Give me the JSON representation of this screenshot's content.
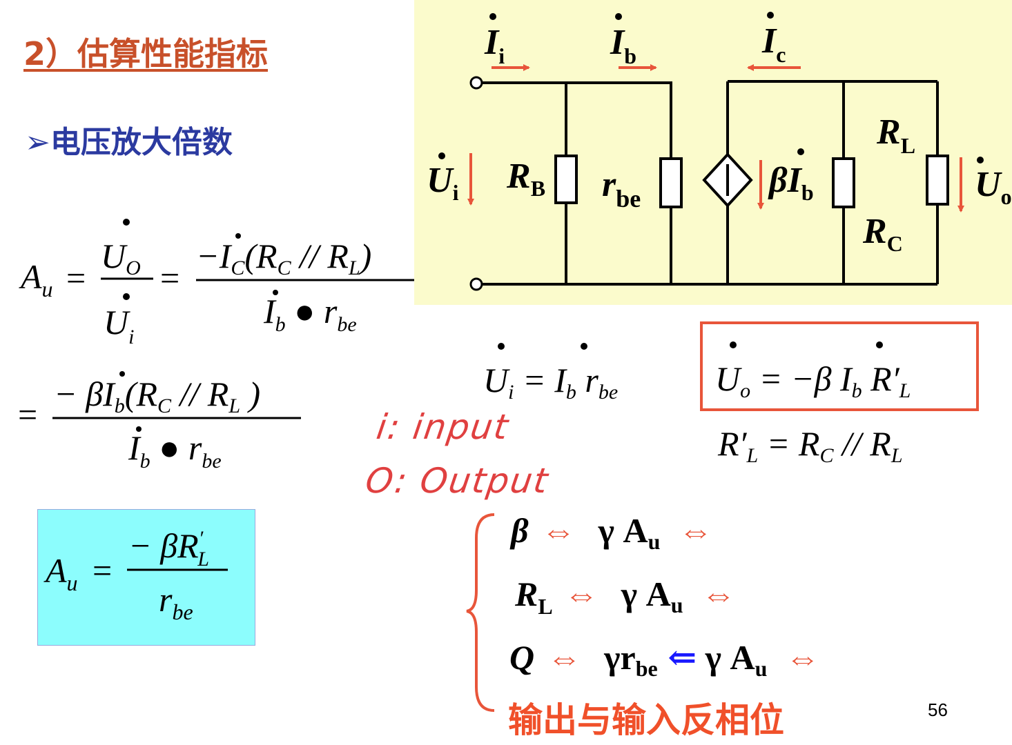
{
  "title": "2）估算性能指标",
  "subtitle": "电压放大倍数",
  "subtitle_bullet": "➢",
  "circuit": {
    "labels": {
      "Ii": "I",
      "Ii_sub": "i",
      "Ib": "I",
      "Ib_sub": "b",
      "Ic": "I",
      "Ic_sub": "c",
      "Ui": "U",
      "Ui_sub": "i",
      "RB": "R",
      "RB_sub": "B",
      "rbe": "r",
      "rbe_sub": "be",
      "beta_Ib": "βI",
      "beta_Ib_sub": "b",
      "RL": "R",
      "RL_sub": "L",
      "RC": "R",
      "RC_sub": "C",
      "Uo": "U",
      "Uo_sub": "o"
    }
  },
  "equations": {
    "Au": "A",
    "Au_sub": "u",
    "eq_sign": "=",
    "frac1_num": "U",
    "frac1_num_sub": "O",
    "frac1_den": "U",
    "frac1_den_sub": "i",
    "frac2_num": "−I",
    "frac2_num_sub": "C",
    "frac2_num_rest": "(R",
    "frac2_num_rest_sub1": "C",
    "frac2_num_par": " // R",
    "frac2_num_rest_sub2": "L",
    "frac2_num_close": ")",
    "frac2_den": "I",
    "frac2_den_sub": "b",
    "frac2_den_dot": " ● r",
    "frac2_den_sub2": "be",
    "line2_num": "− βI",
    "line2_num_sub": "b",
    "line2_num_rest": "(R",
    "line2_num_sub2": "C",
    "line2_num_par": " // R",
    "line2_num_sub3": "L",
    "line2_num_close": " )",
    "line2_den": "I",
    "line2_den_sub": "b",
    "line2_den_dot": " ● r",
    "line2_den_sub2": "be",
    "boxed_num": "− βR",
    "boxed_num_sup": "′",
    "boxed_num_sub": "L",
    "boxed_den": "r",
    "boxed_den_sub": "be",
    "ui_eq": "U",
    "ui_eq_sub": "i",
    "ui_eq_mid": " = I",
    "ui_eq_sub2": "b",
    "ui_eq_r": " r",
    "ui_eq_sub3": "be",
    "uo_eq": "U",
    "uo_eq_sub": "o",
    "uo_eq_mid": " = −β I",
    "uo_eq_sub2": "b",
    "uo_eq_r": " R′",
    "uo_eq_sub3": "L",
    "rl_eq": "R′",
    "rl_eq_sub": "L",
    "rl_eq_mid": " = R",
    "rl_eq_sub2": "C",
    "rl_eq_par": " // R",
    "rl_eq_sub3": "L"
  },
  "handwriting": {
    "line1": "i: input",
    "line2": "O: Output"
  },
  "relations": [
    {
      "sym": "β",
      "arrow": "⇔",
      "mid": "γ A",
      "sub": "u",
      "end": "⇔"
    },
    {
      "sym": "R",
      "sym_sub": "L",
      "arrow": "⇔",
      "mid": "γ A",
      "sub": "u",
      "end": "⇔"
    },
    {
      "sym": "Q",
      "arrow": "⇔",
      "mid": "γr",
      "mid_sub": "be",
      "blue_arrow": "⇐",
      "mid2": "γ A",
      "sub": "u",
      "end": "⇔"
    }
  ],
  "conclusion": "输出与输入反相位",
  "page_number": "56",
  "colors": {
    "title": "#c8502a",
    "subtitle": "#2b3aa0",
    "arrow_red": "#e8553a",
    "circuit_bg": "#fbfbcc",
    "cyan_box": "#8cfdfd",
    "blue_arrow": "#1a1aff"
  }
}
